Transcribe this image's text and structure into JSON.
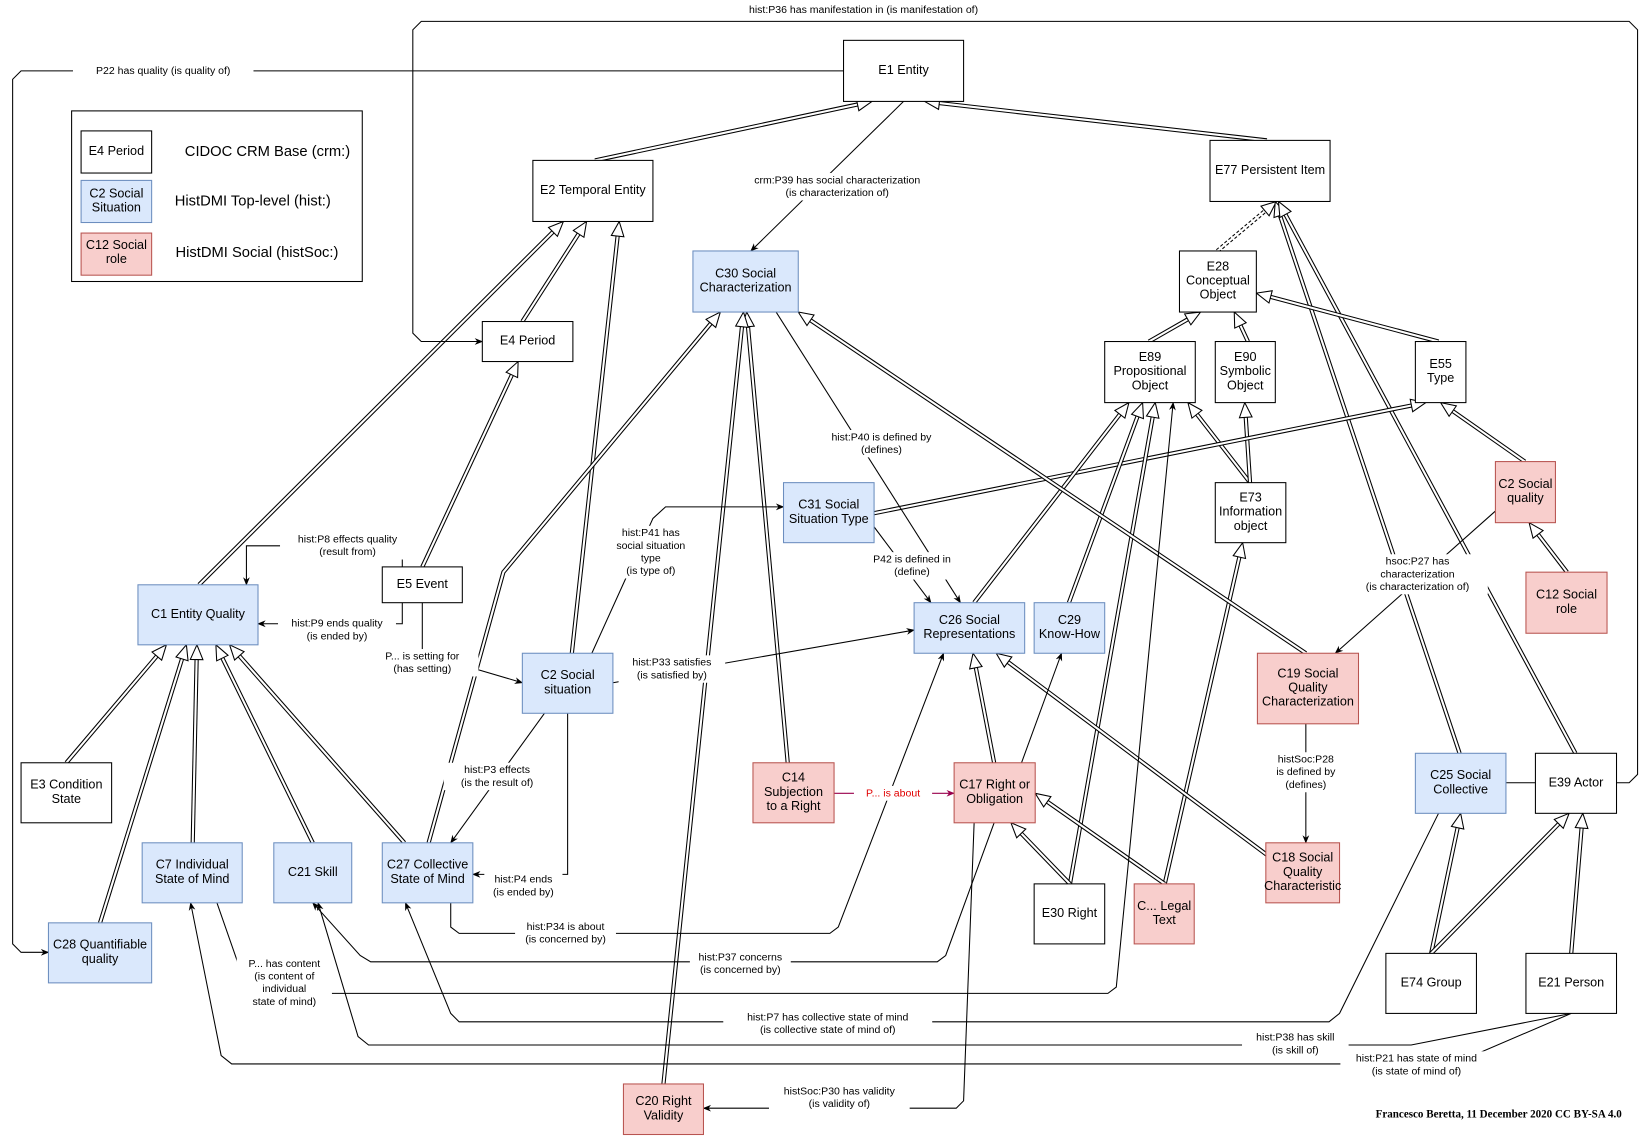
{
  "title": "HistDMI ontology diagram",
  "legend": {
    "items": [
      {
        "id": "crm",
        "sample": "E4 Period",
        "text": "CIDOC CRM Base (crm:)",
        "style": "crm"
      },
      {
        "id": "hist",
        "sample": "C2 Social\nSituation",
        "text": "HistDMI Top-level (hist:)",
        "style": "hist"
      },
      {
        "id": "soc",
        "sample": "C12 Social\nrole",
        "text": "HistDMI Social (histSoc:)",
        "style": "soc"
      }
    ]
  },
  "colors": {
    "crm_fill": "#ffffff",
    "crm_stroke": "#000000",
    "hist_fill": "#dae8fc",
    "hist_stroke": "#6c8ebf",
    "soc_fill": "#f8cecc",
    "soc_stroke": "#b85450",
    "red_edge": "#99004d",
    "red_label": "#e10000"
  },
  "nodes": [
    {
      "id": "E1",
      "label": "E1 Entity",
      "style": "crm"
    },
    {
      "id": "E2",
      "label": "E2 Temporal Entity",
      "style": "crm"
    },
    {
      "id": "E77",
      "label": "E77 Persistent Item",
      "style": "crm"
    },
    {
      "id": "C30",
      "label": "C30 Social\nCharacterization",
      "style": "hist"
    },
    {
      "id": "E4",
      "label": "E4 Period",
      "style": "crm"
    },
    {
      "id": "E28",
      "label": "E28\nConceptual\nObject",
      "style": "crm"
    },
    {
      "id": "E89",
      "label": "E89\nPropositional\nObject",
      "style": "crm"
    },
    {
      "id": "E90",
      "label": "E90\nSymbolic\nObject",
      "style": "crm"
    },
    {
      "id": "E55",
      "label": "E55\nType",
      "style": "crm"
    },
    {
      "id": "E73",
      "label": "E73\nInformation\nobject",
      "style": "crm"
    },
    {
      "id": "C2q",
      "label": "C2 Social\nquality",
      "style": "soc"
    },
    {
      "id": "C12",
      "label": "C12 Social\nrole",
      "style": "soc"
    },
    {
      "id": "C31",
      "label": "C31 Social\nSituation Type",
      "style": "hist"
    },
    {
      "id": "E5",
      "label": "E5 Event",
      "style": "crm"
    },
    {
      "id": "C1",
      "label": "C1 Entity Quality",
      "style": "hist"
    },
    {
      "id": "C26",
      "label": "C26 Social\nRepresentations",
      "style": "hist"
    },
    {
      "id": "C29",
      "label": "C29\nKnow-How",
      "style": "hist"
    },
    {
      "id": "C2s",
      "label": "C2 Social\nsituation",
      "style": "hist"
    },
    {
      "id": "C19",
      "label": "C19 Social\nQuality\nCharacterization",
      "style": "soc"
    },
    {
      "id": "E3",
      "label": "E3 Condition\nState",
      "style": "crm"
    },
    {
      "id": "C14",
      "label": "C14\nSubjection\nto a Right",
      "style": "soc"
    },
    {
      "id": "C17",
      "label": "C17 Right or\nObligation",
      "style": "soc"
    },
    {
      "id": "C25",
      "label": "C25 Social\nCollective",
      "style": "hist"
    },
    {
      "id": "E39",
      "label": "E39 Actor",
      "style": "crm"
    },
    {
      "id": "C7",
      "label": "C7 Individual\nState of Mind",
      "style": "hist"
    },
    {
      "id": "C21",
      "label": "C21 Skill",
      "style": "hist"
    },
    {
      "id": "C27",
      "label": "C27 Collective\nState of Mind",
      "style": "hist"
    },
    {
      "id": "C18",
      "label": "C18 Social\nQuality\nCharacteristic",
      "style": "soc"
    },
    {
      "id": "E30",
      "label": "E30 Right",
      "style": "crm"
    },
    {
      "id": "Clegal",
      "label": "C... Legal\nText",
      "style": "soc"
    },
    {
      "id": "C28",
      "label": "C28 Quantifiable\nquality",
      "style": "hist"
    },
    {
      "id": "E74",
      "label": "E74 Group",
      "style": "crm"
    },
    {
      "id": "E21",
      "label": "E21 Person",
      "style": "crm"
    },
    {
      "id": "C20",
      "label": "C20 Right\nValidity",
      "style": "soc"
    }
  ],
  "edges": [
    {
      "id": "i_E2_E1",
      "from": "E2",
      "to": "E1",
      "kind": "subclass"
    },
    {
      "id": "i_E77_E1",
      "from": "E77",
      "to": "E1",
      "kind": "subclass"
    },
    {
      "id": "i_E4_E2",
      "from": "E4",
      "to": "E2",
      "kind": "subclass"
    },
    {
      "id": "i_C1_E2",
      "from": "C1",
      "to": "E2",
      "kind": "subclass"
    },
    {
      "id": "i_C2s_E2",
      "from": "C2s",
      "to": "E2",
      "kind": "subclass"
    },
    {
      "id": "i_E5_E4",
      "from": "E5",
      "to": "E4",
      "kind": "subclass"
    },
    {
      "id": "i_E28_E77",
      "from": "E28",
      "to": "E77",
      "kind": "subclass-dashed"
    },
    {
      "id": "i_C25_E77",
      "from": "C25",
      "to": "E77",
      "kind": "subclass"
    },
    {
      "id": "i_E39_E77",
      "from": "E39",
      "to": "E77",
      "kind": "subclass"
    },
    {
      "id": "i_E89_E28",
      "from": "E89",
      "to": "E28",
      "kind": "subclass"
    },
    {
      "id": "i_E90_E28",
      "from": "E90",
      "to": "E28",
      "kind": "subclass"
    },
    {
      "id": "i_E55_E28",
      "from": "E55",
      "to": "E28",
      "kind": "subclass"
    },
    {
      "id": "i_E73_E89",
      "from": "E73",
      "to": "E89",
      "kind": "subclass"
    },
    {
      "id": "i_E73_E90",
      "from": "E73",
      "to": "E90",
      "kind": "subclass"
    },
    {
      "id": "i_C2q_E55",
      "from": "C2q",
      "to": "E55",
      "kind": "subclass"
    },
    {
      "id": "i_C12_C2q",
      "from": "C12",
      "to": "C2q",
      "kind": "subclass"
    },
    {
      "id": "i_C31_E55",
      "from": "C31",
      "to": "E55",
      "kind": "subclass"
    },
    {
      "id": "i_C26_E89",
      "from": "C26",
      "to": "E89",
      "kind": "subclass"
    },
    {
      "id": "i_C29_E89",
      "from": "C29",
      "to": "E89",
      "kind": "subclass"
    },
    {
      "id": "i_E30_E89",
      "from": "E30",
      "to": "E89",
      "kind": "subclass"
    },
    {
      "id": "i_Clegal_E73",
      "from": "Clegal",
      "to": "E73",
      "kind": "subclass"
    },
    {
      "id": "i_C27_C30",
      "from": "C27",
      "to": "C30",
      "kind": "subclass"
    },
    {
      "id": "i_C14_C30",
      "from": "C14",
      "to": "C30",
      "kind": "subclass"
    },
    {
      "id": "i_C20_C30",
      "from": "C20",
      "to": "C30",
      "kind": "subclass"
    },
    {
      "id": "i_C19_C30",
      "from": "C19",
      "to": "C30",
      "kind": "subclass"
    },
    {
      "id": "i_C18_C26",
      "from": "C18",
      "to": "C26",
      "kind": "subclass"
    },
    {
      "id": "i_C17_C26",
      "from": "C17",
      "to": "C26",
      "kind": "subclass"
    },
    {
      "id": "i_E30_C17",
      "from": "E30",
      "to": "C17",
      "kind": "subclass"
    },
    {
      "id": "i_Clegal_C17",
      "from": "Clegal",
      "to": "C17",
      "kind": "subclass"
    },
    {
      "id": "i_E3_C1",
      "from": "E3",
      "to": "C1",
      "kind": "subclass"
    },
    {
      "id": "i_C28_C1",
      "from": "C28",
      "to": "C1",
      "kind": "subclass"
    },
    {
      "id": "i_C7_C1",
      "from": "C7",
      "to": "C1",
      "kind": "subclass"
    },
    {
      "id": "i_C21_C1",
      "from": "C21",
      "to": "C1",
      "kind": "subclass"
    },
    {
      "id": "i_C27_C1",
      "from": "C27",
      "to": "C1",
      "kind": "subclass"
    },
    {
      "id": "i_E74_C25",
      "from": "E74",
      "to": "C25",
      "kind": "subclass"
    },
    {
      "id": "i_E74_E39",
      "from": "E74",
      "to": "E39",
      "kind": "subclass"
    },
    {
      "id": "i_E21_E39",
      "from": "E21",
      "to": "E39",
      "kind": "subclass"
    },
    {
      "id": "p36",
      "from": "E39",
      "to": "E4",
      "kind": "property",
      "label": "hist:P36 has manifestation in (is manifestation of)"
    },
    {
      "id": "p22",
      "from": "E1",
      "to": "C28",
      "kind": "property",
      "label": "P22 has quality (is quality of)"
    },
    {
      "id": "p39",
      "from": "E1",
      "to": "C30",
      "kind": "property",
      "label": "crm:P39 has social characterization\n(is characterization of)"
    },
    {
      "id": "p8",
      "from": "E5",
      "to": "C1",
      "kind": "property",
      "label": "hist:P8 effects quality\n(result from)"
    },
    {
      "id": "p9",
      "from": "E5",
      "to": "C1",
      "kind": "property",
      "label": "hist:P9 ends quality\n(is ended by)"
    },
    {
      "id": "psetting",
      "from": "E5",
      "to": "C2s",
      "kind": "property",
      "label": "P... is setting for\n(has setting)"
    },
    {
      "id": "p41",
      "from": "C2s",
      "to": "C31",
      "kind": "property",
      "label": "hist:P41 has\nsocial situation\ntype\n(is type of)"
    },
    {
      "id": "p40",
      "from": "C30",
      "to": "C26",
      "kind": "property",
      "label": "hist:P40 is defined by\n(defines)"
    },
    {
      "id": "p42",
      "from": "C31",
      "to": "C26",
      "kind": "property",
      "label": "P42 is defined in\n(define)"
    },
    {
      "id": "p33",
      "from": "C2s",
      "to": "C26",
      "kind": "property",
      "label": "hist:P33 satisfies\n(is satisfied by)"
    },
    {
      "id": "p3",
      "from": "C2s",
      "to": "C27",
      "kind": "property",
      "label": "hist:P3 effects\n(is the result of)"
    },
    {
      "id": "p4",
      "from": "C2s",
      "to": "C27",
      "kind": "property",
      "label": "hist:P4 ends\n(is ended by)"
    },
    {
      "id": "pabout",
      "from": "C14",
      "to": "C17",
      "kind": "property-red",
      "label": "P... is about"
    },
    {
      "id": "p27",
      "from": "C2q",
      "to": "C19",
      "kind": "property",
      "label": "hsoc:P27 has\ncharacterization\n(is characterization of)"
    },
    {
      "id": "p28",
      "from": "C19",
      "to": "C18",
      "kind": "property",
      "label": "histSoc:P28\nis defined by\n(defines)"
    },
    {
      "id": "p_c17_c29",
      "from": "C17",
      "to": "C29",
      "kind": "property",
      "label": ""
    },
    {
      "id": "p34",
      "from": "C27",
      "to": "C26",
      "kind": "property",
      "label": "hist:P34 is about\n(is concerned by)"
    },
    {
      "id": "p37",
      "from": "C17",
      "to": "C21",
      "kind": "property",
      "label": "hist:P37 concerns\n(is concerned by)"
    },
    {
      "id": "pcontent",
      "from": "C7",
      "to": "E89",
      "kind": "property",
      "label": "P... has content\n(is content of\nindividual\nstate of mind)"
    },
    {
      "id": "p7",
      "from": "C25",
      "to": "C27",
      "kind": "property",
      "label": "hist:P7 has collective state of mind\n(is collective state of mind of)"
    },
    {
      "id": "p38",
      "from": "E21",
      "to": "C21",
      "kind": "property",
      "label": "hist:P38 has skill\n(is skill of)"
    },
    {
      "id": "p21",
      "from": "E21",
      "to": "C7",
      "kind": "property",
      "label": "hist:P21 has state of mind\n(is state of mind of)"
    },
    {
      "id": "p30",
      "from": "C17",
      "to": "C20",
      "kind": "property",
      "label": "histSoc:P30 has validity\n(is validity of)"
    },
    {
      "id": "e_c25_e39",
      "from": "C25",
      "to": "E39",
      "kind": "plain",
      "label": ""
    }
  ],
  "credit": "Francesco Beretta, 11 December 2020 CC BY-SA 4.0"
}
